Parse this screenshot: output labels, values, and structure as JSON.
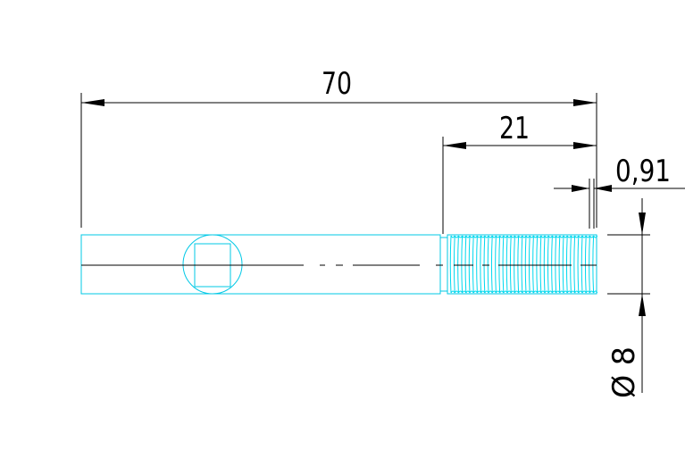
{
  "drawing": {
    "dimensions": {
      "overall_length": "70",
      "thread_length": "21",
      "thread_gap": "0,91",
      "diameter": "Ø 8"
    },
    "colors": {
      "background": "#ffffff",
      "part_outline": "#00c8e6",
      "dimension_lines": "#000000",
      "thread_lines": "#00d8ee"
    }
  }
}
